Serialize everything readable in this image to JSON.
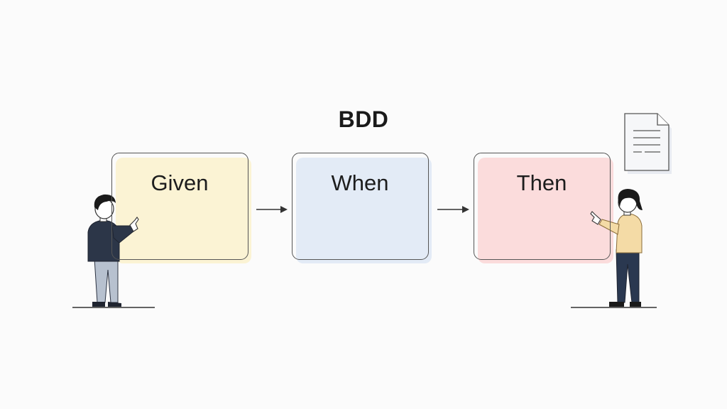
{
  "diagram": {
    "title": "BDD",
    "steps": [
      {
        "label": "Given",
        "color": "#fbf3d4"
      },
      {
        "label": "When",
        "color": "#e3ebf6"
      },
      {
        "label": "Then",
        "color": "#fbdcdc"
      }
    ],
    "connectors": [
      {
        "from": "Given",
        "to": "When"
      },
      {
        "from": "When",
        "to": "Then"
      }
    ],
    "icons": [
      "person-pointing-icon",
      "person-pointing-icon",
      "document-icon"
    ]
  }
}
